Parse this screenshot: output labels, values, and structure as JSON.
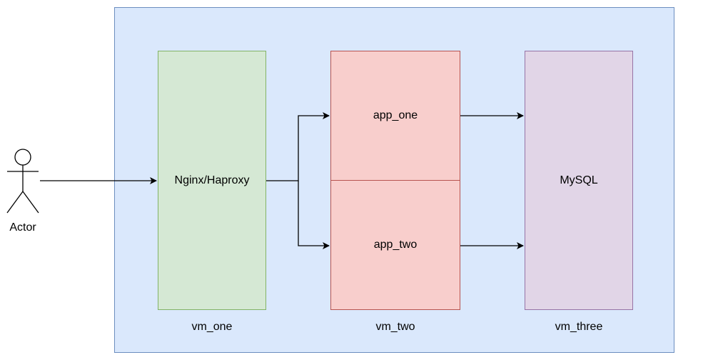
{
  "diagram": {
    "actor": {
      "label": "Actor"
    },
    "nodes": {
      "load_balancer": "Nginx/Haproxy",
      "app_one": "app_one",
      "app_two": "app_two",
      "database": "MySQL"
    },
    "vms": [
      "vm_one",
      "vm_two",
      "vm_three"
    ],
    "edges": [
      {
        "from": "Actor",
        "to": "Nginx/Haproxy"
      },
      {
        "from": "Nginx/Haproxy",
        "to": "app_one"
      },
      {
        "from": "Nginx/Haproxy",
        "to": "app_two"
      },
      {
        "from": "app_one",
        "to": "MySQL"
      },
      {
        "from": "app_two",
        "to": "MySQL"
      }
    ],
    "colors": {
      "container_fill": "#dae8fc",
      "container_stroke": "#6c8ebf",
      "nginx_fill": "#d5e8d4",
      "nginx_stroke": "#82b366",
      "app_fill": "#f8cecc",
      "app_stroke": "#b85450",
      "mysql_fill": "#e1d5e7",
      "mysql_stroke": "#9673a6"
    }
  }
}
